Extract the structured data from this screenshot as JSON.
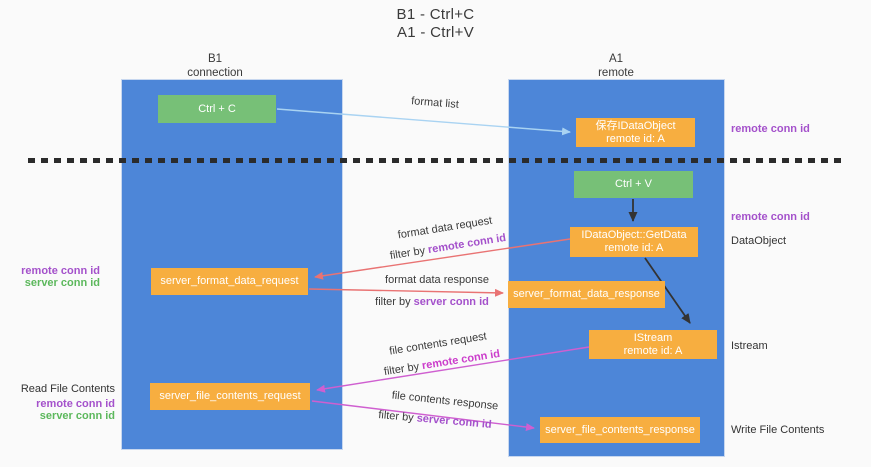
{
  "title": {
    "line1": "B1 - Ctrl+C",
    "line2": "A1 - Ctrl+V"
  },
  "lanes": {
    "left": {
      "name": "B1",
      "role": "connection"
    },
    "right": {
      "name": "A1",
      "role": "remote"
    }
  },
  "nodes": {
    "ctrl_c": {
      "label": "Ctrl + C"
    },
    "save_dataobject": {
      "line1": "保存IDataObject",
      "line2": "remote id: A"
    },
    "ctrl_v": {
      "label": "Ctrl + V"
    },
    "getdata": {
      "line1": "IDataObject::GetData",
      "line2": "remote id: A"
    },
    "istream": {
      "line1": "IStream",
      "line2": "remote id: A"
    },
    "server_format_data_request": {
      "label": "server_format_data_request"
    },
    "server_format_data_response": {
      "label": "server_format_data_response"
    },
    "server_file_contents_request": {
      "label": "server_file_contents_request"
    },
    "server_file_contents_response": {
      "label": "server_file_contents_response"
    }
  },
  "side_labels": {
    "right_remote_conn_id_top": "remote conn id",
    "right_remote_conn_id_mid": "remote conn id",
    "right_dataobject": "DataObject",
    "right_istream": "Istream",
    "right_write_file_contents": "Write File Contents",
    "left_remote_conn_id_top": "remote conn id",
    "left_server_conn_id_top": "server conn id",
    "left_read_file_contents": "Read File Contents",
    "left_remote_conn_id_bottom": "remote conn id",
    "left_server_conn_id_bottom": "server conn id"
  },
  "flows": {
    "format_list": {
      "label": "format list"
    },
    "format_data_request": {
      "label": "format data request",
      "filter_prefix": "filter by ",
      "filter_key": "remote conn id"
    },
    "format_data_response": {
      "label": "format data response",
      "filter_prefix": "filter by ",
      "filter_key": "server conn id"
    },
    "file_contents_request": {
      "label": "file contents request",
      "filter_prefix": "filter by ",
      "filter_key": "remote conn id"
    },
    "file_contents_response": {
      "label": "file contents response",
      "filter_prefix": "filter by ",
      "filter_key": "server conn id"
    }
  },
  "colors": {
    "lane_blue": "#4d86d8",
    "action_green": "#77c077",
    "node_orange": "#f7ae40",
    "arrow_light_blue": "#a9d3f2",
    "arrow_red": "#e97373",
    "arrow_magenta": "#cf5fd0",
    "arrow_black": "#333333",
    "label_purple": "#a451cb",
    "label_green": "#5cb85c",
    "filter_magenta": "#cb3dcb"
  }
}
